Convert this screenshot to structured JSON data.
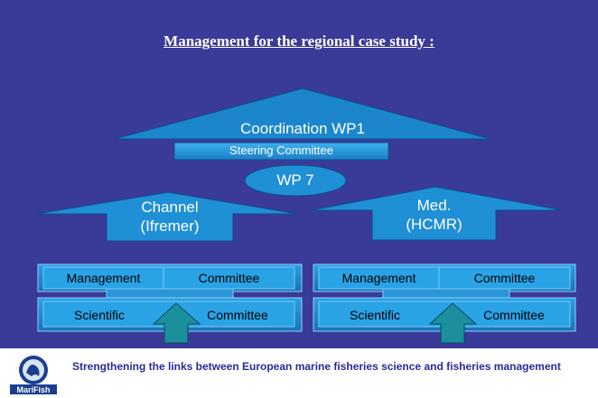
{
  "title": "Management for the regional case study :",
  "coordination": {
    "label": "Coordination WP1",
    "steering": "Steering Committee"
  },
  "wp7": "WP 7",
  "channel": {
    "line1": "Channel",
    "line2": "(Ifremer)",
    "management": "Management",
    "committee": "Committee",
    "scientific": "Scientific",
    "committee2": "Committee"
  },
  "med": {
    "line1": "Med.",
    "line2": "(HCMR)",
    "management": "Management",
    "committee": "Committee",
    "scientific": "Scientific",
    "committee2": "Committee"
  },
  "footer": {
    "text": "Strengthening the links between European marine fisheries science and fisheries management",
    "logo_text": "MariFish"
  },
  "colors": {
    "background": "#3a3a98",
    "shape_blue": "#1f8fd6",
    "box_blue": "#29a3e6",
    "footer_text": "#2a2a9a"
  }
}
